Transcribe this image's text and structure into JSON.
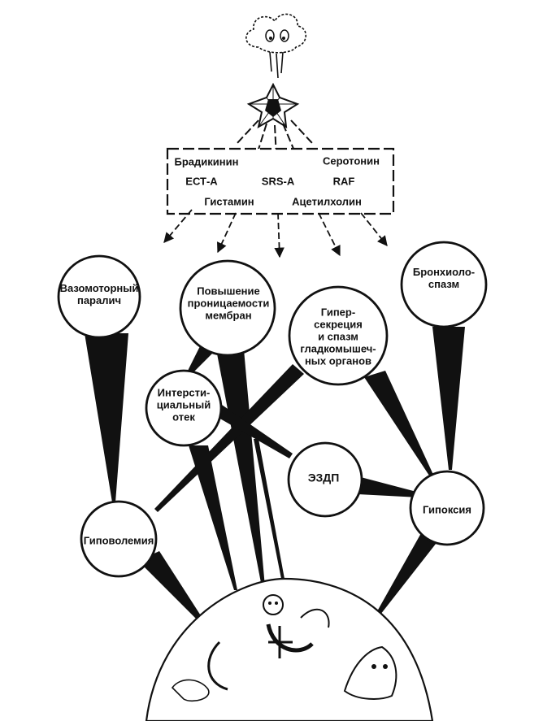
{
  "mediators": {
    "bradykinin": "Брадикинин",
    "serotonin": "Серотонин",
    "ect_a": "ЕСТ-А",
    "srs_a": "SRS-A",
    "raf": "RAF",
    "histamine": "Гистамин",
    "acetylcholine": "Ацетилхолин"
  },
  "nodes": {
    "vasomotor": "Вазомоторный\nпаралич",
    "permeability": "Повышение\nпроницаемости\nмембран",
    "hypersecretion": "Гипер-\nсекреция\nи спазм\nгладкомышеч-\nных органов",
    "bronchospasm": "Бронхиоло-\nспазм",
    "edema": "Интерсти-\nциальный\nотек",
    "ezdp": "ЭЗДП",
    "hypovolemia": "Гиповолемия",
    "hypoxia": "Гипоксия"
  },
  "colors": {
    "ink": "#111111",
    "paper": "#ffffff"
  },
  "icons": [
    "antigen-cloud-icon",
    "star-burst-icon",
    "earth-globe-icon"
  ]
}
